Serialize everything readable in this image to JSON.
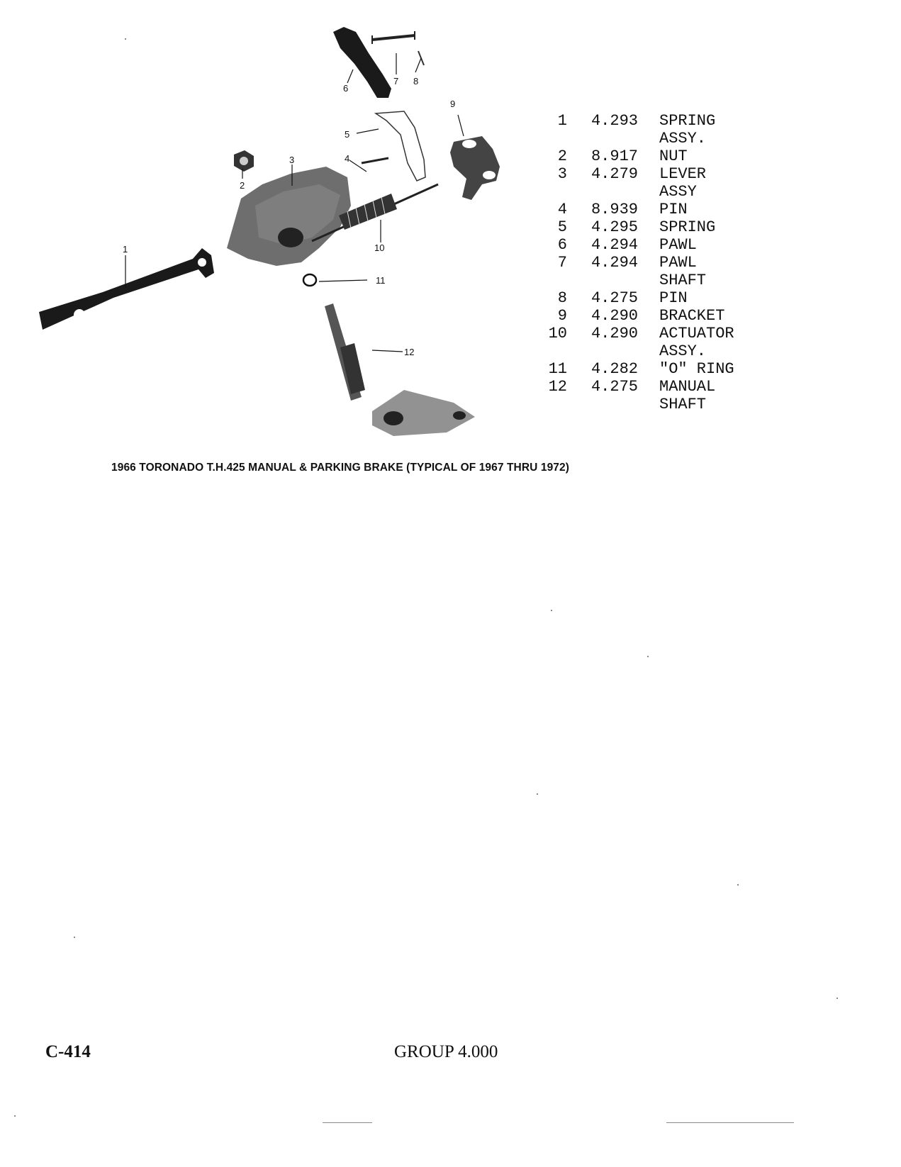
{
  "diagram": {
    "callouts": [
      "1",
      "2",
      "3",
      "4",
      "5",
      "6",
      "7",
      "8",
      "9",
      "10",
      "11",
      "12"
    ]
  },
  "parts": [
    {
      "num": "1",
      "group": "4.293",
      "name": "SPRING"
    },
    {
      "num": "",
      "group": "",
      "name": "ASSY."
    },
    {
      "num": "2",
      "group": "8.917",
      "name": "NUT"
    },
    {
      "num": "3",
      "group": "4.279",
      "name": "LEVER"
    },
    {
      "num": "",
      "group": "",
      "name": "ASSY"
    },
    {
      "num": "4",
      "group": "8.939",
      "name": "PIN"
    },
    {
      "num": "5",
      "group": "4.295",
      "name": "SPRING"
    },
    {
      "num": "6",
      "group": "4.294",
      "name": "PAWL"
    },
    {
      "num": "7",
      "group": "4.294",
      "name": "PAWL"
    },
    {
      "num": "",
      "group": "",
      "name": "SHAFT"
    },
    {
      "num": "8",
      "group": "4.275",
      "name": "PIN"
    },
    {
      "num": "9",
      "group": "4.290",
      "name": "BRACKET"
    },
    {
      "num": "10",
      "group": "4.290",
      "name": "ACTUATOR"
    },
    {
      "num": "",
      "group": "",
      "name": "ASSY."
    },
    {
      "num": "11",
      "group": "4.282",
      "name": "\"O\" RING"
    },
    {
      "num": "12",
      "group": "4.275",
      "name": "MANUAL"
    },
    {
      "num": "",
      "group": "",
      "name": "SHAFT"
    }
  ],
  "caption": "1966 TORONADO T.H.425 MANUAL & PARKING BRAKE (TYPICAL OF 1967 THRU 1972)",
  "footer": {
    "page": "C-414",
    "group": "GROUP 4.000"
  },
  "colors": {
    "ink": "#111111",
    "paper": "#ffffff"
  }
}
